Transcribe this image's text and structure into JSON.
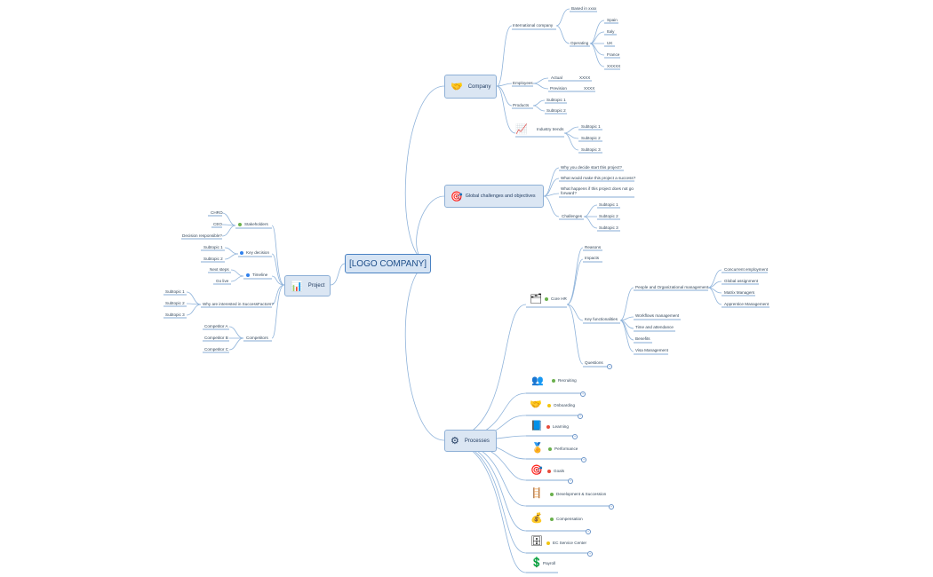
{
  "root": "[LOGO COMPANY]",
  "company": {
    "title": "Company",
    "international": "International company",
    "based": "Based in xxxx",
    "operating": "Operating",
    "countries": [
      "Spain",
      "Italy",
      "UK",
      "France",
      "XXXXX"
    ],
    "employees": "Employees",
    "actual": "Actual",
    "actual_val": "XXXX",
    "prevision": "Prevision",
    "prevision_val": "XXXX",
    "products": "Products",
    "product_subtopics": [
      "Subtopic 1",
      "Subtopic 2"
    ],
    "industry": "Industry trends",
    "industry_subtopics": [
      "Subtopic 1",
      "Subtopic 2",
      "Subtopic 3"
    ]
  },
  "global": {
    "title": "Global challenges and objectives",
    "q1": "Why you decide start this project?",
    "q2": "What would make this project a success?",
    "q3a": "What happens if this project does not go",
    "q3b": "forward?",
    "challenges": "Challenges",
    "challenge_subtopics": [
      "Subtopic 1",
      "Subtopic 2",
      "Subtopic 3"
    ]
  },
  "project": {
    "title": "Project",
    "stakeholders": "Stakeholders",
    "stakeholder_items": [
      "CHRO",
      "CEO",
      "Decision responsible?"
    ],
    "key_decision": "Key decision",
    "key_decision_items": [
      "Subtopic 1",
      "Subtopic 2"
    ],
    "timeline": "Timeline",
    "timeline_items": [
      "Next steps",
      "Go live"
    ],
    "why_interested": "Why are interested in SuccessFactors?",
    "why_items": [
      "Subtopic 1",
      "Subtopic 2",
      "Subtopic 3"
    ],
    "competitors": "Competitors",
    "competitor_items": [
      "Competitor A",
      "Competitor B",
      "Competitor C"
    ]
  },
  "processes": {
    "title": "Processes",
    "core_hr": "Core HR",
    "reasons": "Reasons",
    "impacts": "Impacts",
    "key_functionalities": "Key functionalities",
    "people_org": "People and Organizational management",
    "people_org_items": [
      "Concurrent employment",
      "Global assignment",
      "Matrix Managers",
      "Apprentice Management"
    ],
    "functionalities": [
      "Workflows management",
      "Time and attendance",
      "Benefits",
      "Visa Management"
    ],
    "questions": "Questions",
    "items": [
      "Recruiting",
      "Onboarding",
      "Learning",
      "Performance",
      "Goals",
      "Development & Succession",
      "Compensation",
      "EC Service Center",
      "Payroll"
    ]
  },
  "status_colors": {
    "green": "#6ab04c",
    "red": "#e74c3c",
    "yellow": "#f1c40f",
    "blue": "#2f80ed"
  }
}
